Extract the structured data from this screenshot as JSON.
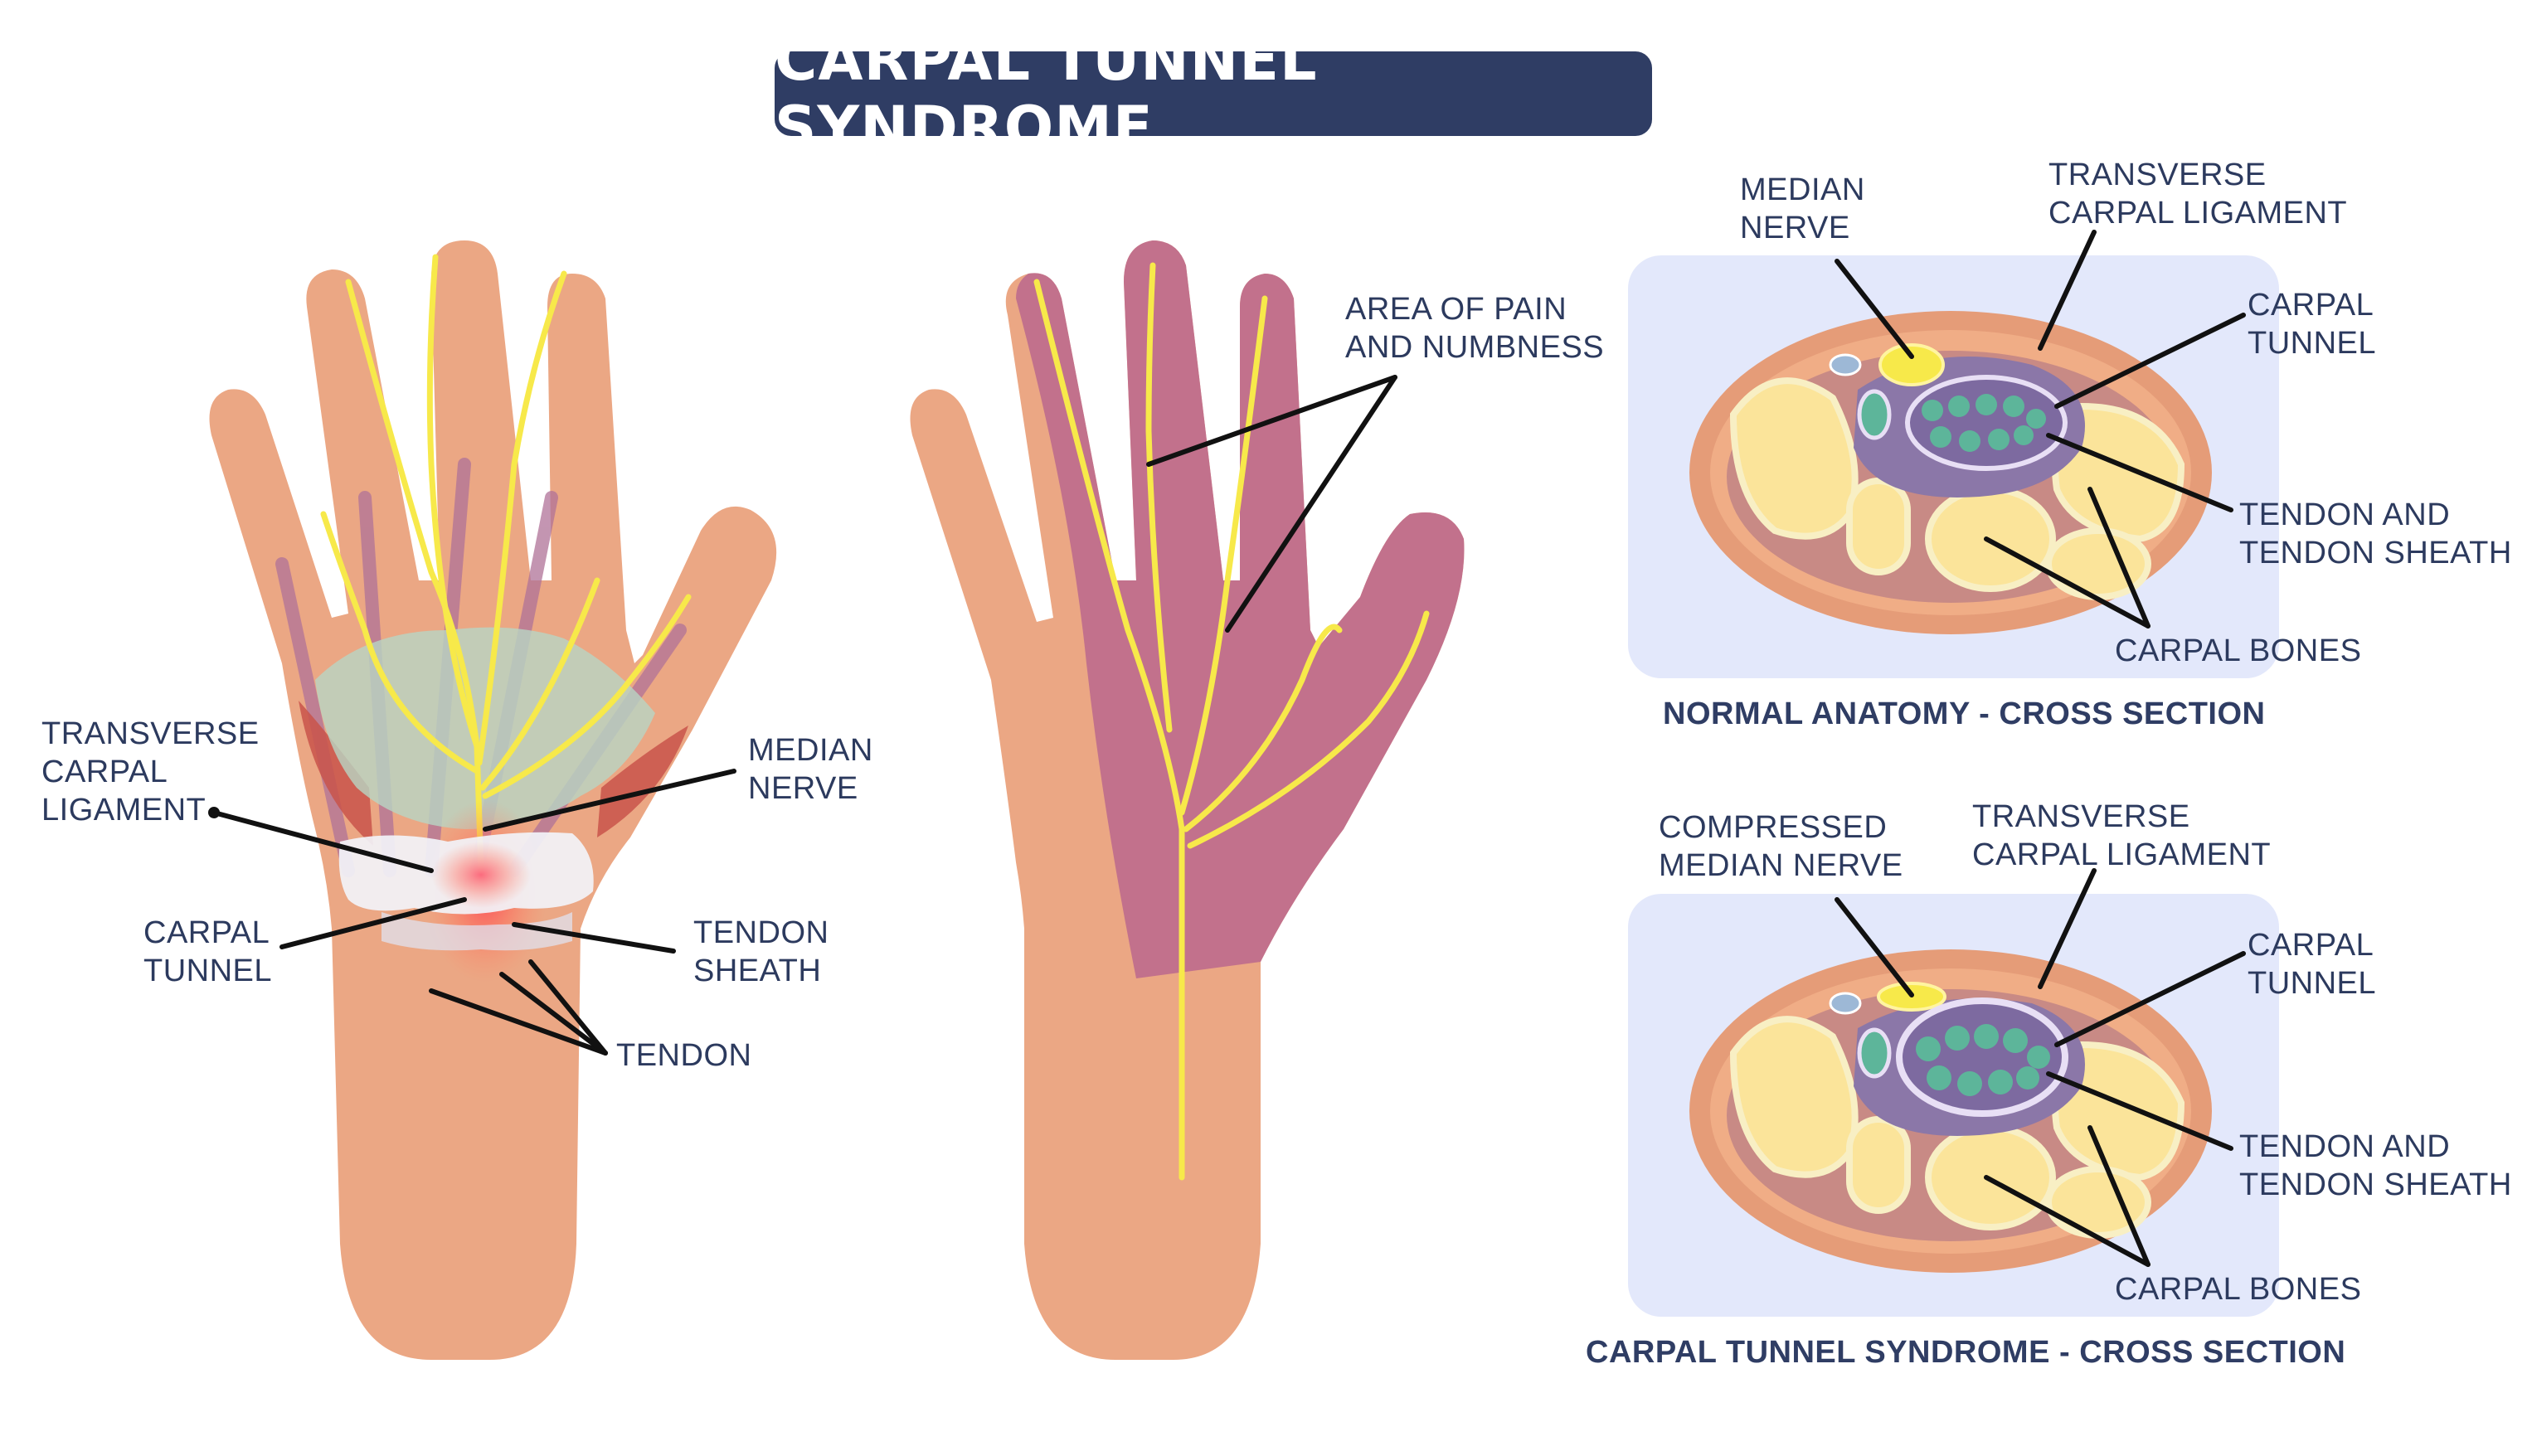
{
  "title": "CARPAL TUNNEL SYNDROME",
  "left_hand_labels": {
    "transverse_carpal_ligament": "TRANSVERSE\nCARPAL\nLIGAMENT",
    "median_nerve": "MEDIAN\nNERVE",
    "carpal_tunnel": "CARPAL\nTUNNEL",
    "tendon_sheath": "TENDON\nSHEATH",
    "tendon": "TENDON"
  },
  "middle_hand_labels": {
    "area_of_pain": "AREA OF PAIN\nAND NUMBNESS"
  },
  "normal_section": {
    "caption": "NORMAL ANATOMY - CROSS SECTION",
    "median_nerve": "MEDIAN\nNERVE",
    "transverse_carpal_ligament": "TRANSVERSE\nCARPAL LIGAMENT",
    "carpal_tunnel": "CARPAL\nTUNNEL",
    "tendon_and_sheath": "TENDON AND\nTENDON SHEATH",
    "carpal_bones": "CARPAL BONES"
  },
  "syndrome_section": {
    "caption": "CARPAL TUNNEL SYNDROME - CROSS SECTION",
    "compressed_median_nerve": "COMPRESSED\nMEDIAN NERVE",
    "transverse_carpal_ligament": "TRANSVERSE\nCARPAL LIGAMENT",
    "carpal_tunnel": "CARPAL\nTUNNEL",
    "tendon_and_sheath": "TENDON AND\nTENDON SHEATH",
    "carpal_bones": "CARPAL BONES"
  },
  "colors": {
    "skin": "#eba784",
    "skin_dark": "#d98f6e",
    "nerve": "#f7e94a",
    "pain_area": "#c06e8c",
    "panel_bg": "#e3e8fb",
    "title_bg": "#2f3d64",
    "bone": "#fbe49a",
    "tendon": "#5db59a",
    "tunnel": "#8b77a8"
  }
}
